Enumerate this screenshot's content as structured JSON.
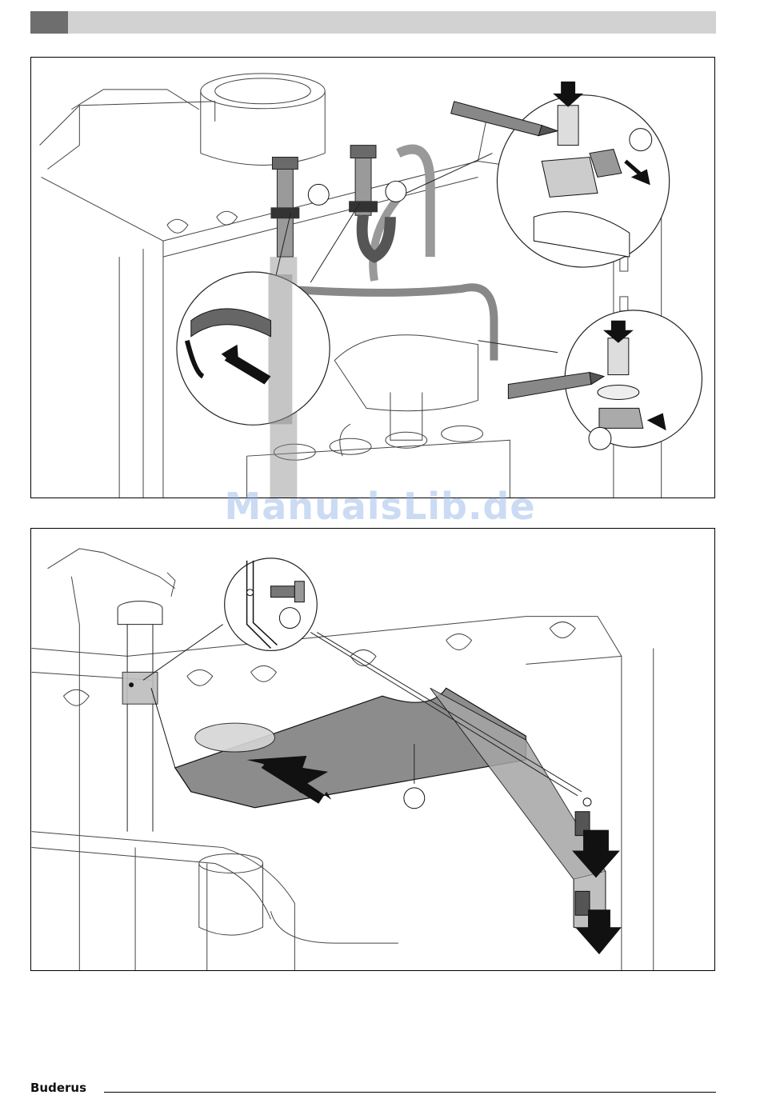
{
  "watermark": {
    "text": "ManualsLib.de"
  },
  "footer": {
    "brand": "Buderus"
  },
  "colors": {
    "header_bar": "#d2d2d2",
    "header_block": "#6e6e6e",
    "part_highlight": "#8c8c8c",
    "line_art": "#333333",
    "watermark": "#8cafe6"
  },
  "figures": [
    {
      "id": "fig1",
      "depicts": "pipe-connections-with-clips-and-sealant-callouts"
    },
    {
      "id": "fig2",
      "depicts": "mounting-bracket-insertion-with-screw-callout"
    }
  ]
}
